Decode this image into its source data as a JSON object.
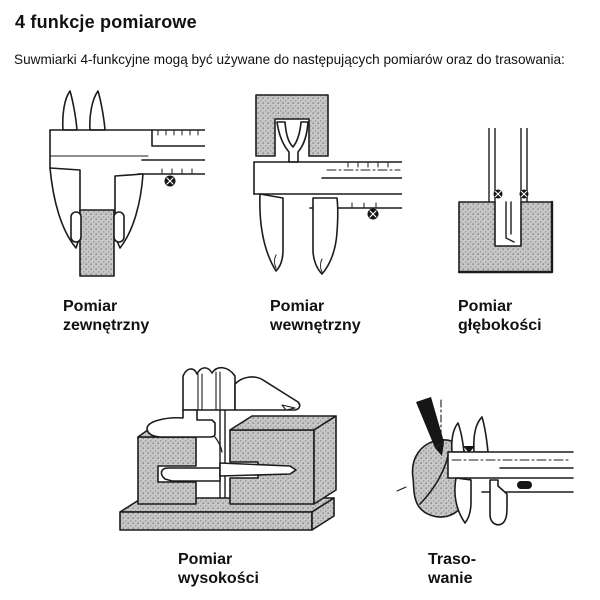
{
  "page": {
    "title": "4 funkcje pomiarowe",
    "intro": "Suwmiarki 4-funkcyjne mogą być używane do następujących pomiarów oraz do trasowania:"
  },
  "figures": {
    "external": {
      "kind": "caliper-external-measurement",
      "caption": [
        "Pomiar",
        "zewnętrzny"
      ]
    },
    "internal": {
      "kind": "caliper-internal-measurement",
      "caption": [
        "Pomiar",
        "wewnętrzny"
      ]
    },
    "depth": {
      "kind": "caliper-depth-measurement",
      "caption": [
        "Pomiar",
        "głębokości"
      ]
    },
    "height": {
      "kind": "caliper-height-measurement",
      "caption": [
        "Pomiar",
        "wysokości"
      ]
    },
    "scribing": {
      "kind": "caliper-scribing",
      "caption": [
        "Traso-",
        "wanie"
      ]
    }
  },
  "colors": {
    "background": "#ffffff",
    "text": "#111111",
    "line": "#1c1c1c",
    "workpiece_fill": "#c6c6c6",
    "workpiece_dot": "#8d8d8d",
    "scriber_fill": "#161616"
  }
}
